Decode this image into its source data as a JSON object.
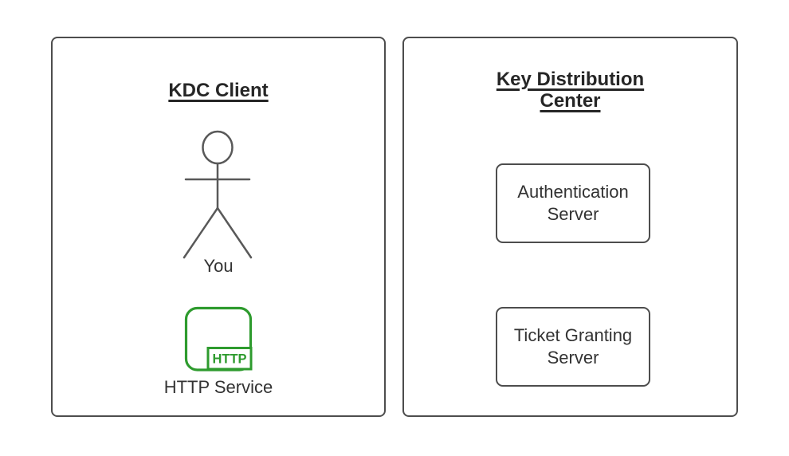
{
  "diagram": {
    "background": "#ffffff",
    "palette": {
      "panel_border": "#4d4d4d",
      "figure_stroke": "#595959",
      "title_color": "#262626",
      "label_color": "#333333",
      "service_green": "#2E9B2E"
    },
    "kdc_client_panel": {
      "title": "KDC Client",
      "actor": {
        "icon": "person-stick-figure-icon",
        "label": "You"
      },
      "service": {
        "icon": "http-app-icon",
        "icon_text": "HTTP",
        "label": "HTTP Service"
      }
    },
    "key_distribution_center_panel": {
      "title_lines": [
        "Key Distribution",
        "Center"
      ],
      "nodes": [
        {
          "lines": [
            "Authentication",
            "Server"
          ]
        },
        {
          "lines": [
            "Ticket Granting",
            "Server"
          ]
        }
      ]
    }
  }
}
